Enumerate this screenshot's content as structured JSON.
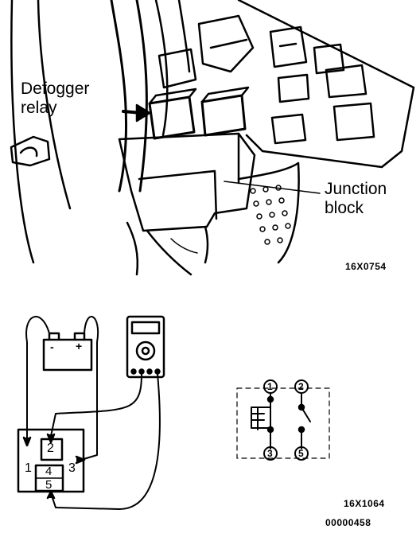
{
  "top_figure": {
    "defogger_label_line1": "Defogger",
    "defogger_label_line2": "relay",
    "junction_label_line1": "Junction",
    "junction_label_line2": "block",
    "figure_code": "16X0754"
  },
  "bottom_figure": {
    "battery_minus": "-",
    "battery_plus": "+",
    "relay_pins": [
      "1",
      "2",
      "3",
      "4",
      "5"
    ],
    "schematic_terminals": [
      "1",
      "2",
      "3",
      "5"
    ],
    "figure_code": "16X1064",
    "doc_number": "00000458"
  }
}
